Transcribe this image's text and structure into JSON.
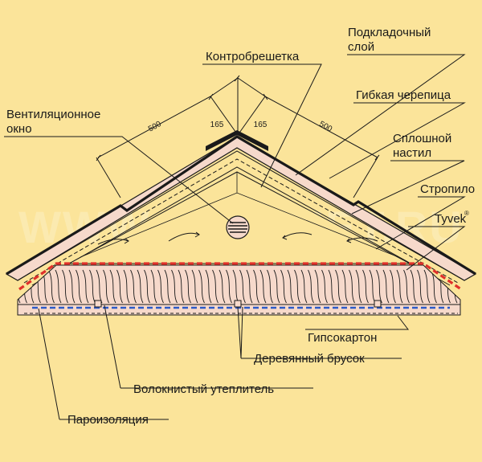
{
  "labels": {
    "kontrobreshetka": "Контробрешетка",
    "podkladochny_line1": "Подкладочный",
    "podkladochny_line2": "слой",
    "gibkaya": "Гибкая черепица",
    "sploshnoy_line1": "Сплошной",
    "sploshnoy_line2": "настил",
    "stropilo": "Стропило",
    "tyvek": "Tyvek",
    "tyvek_mark": "®",
    "vent_line1": "Вентиляционное",
    "vent_line2": "окно",
    "gipsokarton": "Гипсокартон",
    "brusok": "Деревянный брусок",
    "uteplitel": "Волокнистый утеплитель",
    "paroizolyaciya": "Пароизоляция"
  },
  "dimensions": {
    "left_slope": "500",
    "left_ridge": "165",
    "right_ridge": "165",
    "right_slope": "500"
  },
  "watermark": "WWW.VESTMET.RU",
  "colors": {
    "background": "#FBE49A",
    "pink_fill": "#F6D9CB",
    "tyvek_red": "#E0302A",
    "vapor_blue": "#2C5BC8",
    "line": "#1a1a1a"
  }
}
